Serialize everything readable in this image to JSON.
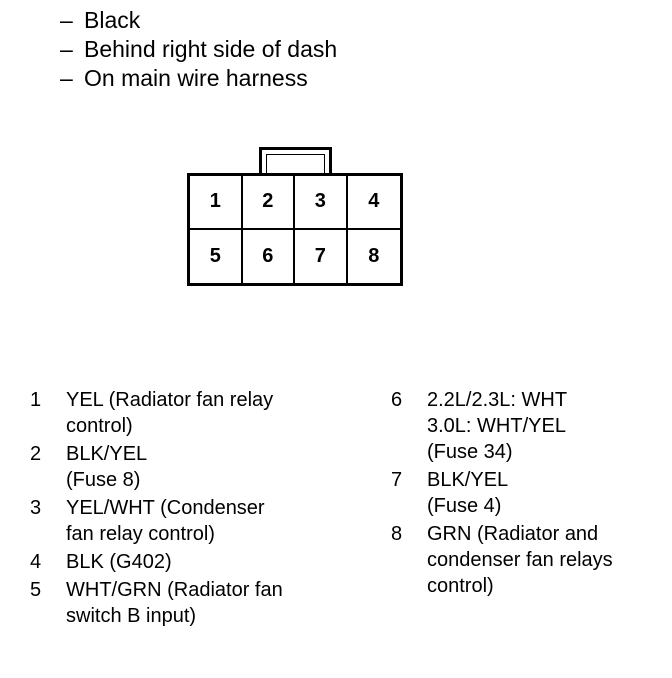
{
  "header": {
    "lines": [
      "Black",
      "Behind right side of dash",
      "On main wire harness"
    ]
  },
  "connector": {
    "pins": [
      "1",
      "2",
      "3",
      "4",
      "5",
      "6",
      "7",
      "8"
    ]
  },
  "pinout": [
    {
      "num": "1",
      "lines": [
        "YEL (Radiator fan relay",
        "control)"
      ]
    },
    {
      "num": "2",
      "lines": [
        "BLK/YEL",
        "(Fuse 8)"
      ]
    },
    {
      "num": "3",
      "lines": [
        "YEL/WHT (Condenser",
        "fan relay control)"
      ]
    },
    {
      "num": "4",
      "lines": [
        "BLK (G402)"
      ]
    },
    {
      "num": "5",
      "lines": [
        "WHT/GRN (Radiator fan",
        "switch B input)"
      ]
    },
    {
      "num": "6",
      "lines": [
        "2.2L/2.3L: WHT",
        "3.0L: WHT/YEL",
        "(Fuse 34)"
      ]
    },
    {
      "num": "7",
      "lines": [
        "BLK/YEL",
        "(Fuse 4)"
      ]
    },
    {
      "num": "8",
      "lines": [
        "GRN (Radiator and",
        "condenser fan relays",
        "control)"
      ]
    }
  ]
}
